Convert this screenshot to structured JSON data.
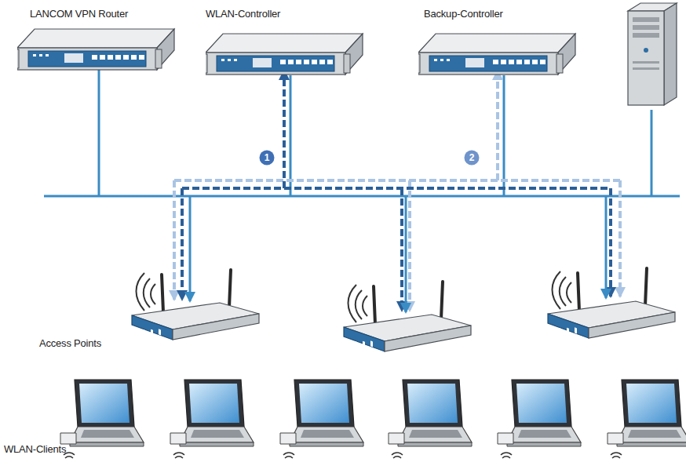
{
  "diagram": {
    "nodes": [
      {
        "text": [
          "LANCOM VPN Router"
        ]
      },
      {
        "text": [
          "WLAN-Controller"
        ]
      },
      {
        "text": [
          "Backup-Controller"
        ]
      }
    ],
    "labels": [
      "1",
      "2",
      "Access Points",
      "WLAN-Clients"
    ]
  }
}
